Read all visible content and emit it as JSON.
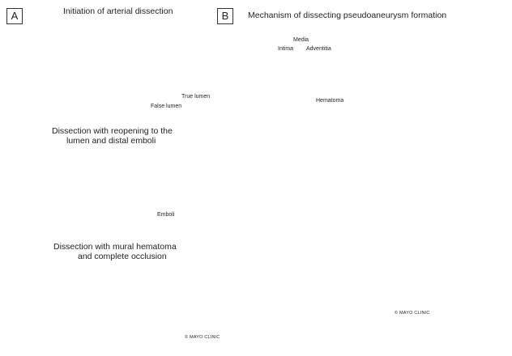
{
  "panel_a": {
    "letter": "A",
    "titles": {
      "t1": "Initiation of arterial dissection",
      "t2_line1": "Dissection with reopening to the",
      "t2_line2": "lumen and distal emboli",
      "t3_line1": "Dissection with mural hematoma",
      "t3_line2": "and complete occlusion"
    },
    "labels": {
      "true_lumen": "True lumen",
      "false_lumen": "False lumen",
      "emboli": "Emboli"
    },
    "credit": "© MAYO CLINIC"
  },
  "panel_b": {
    "letter": "B",
    "title": "Mechanism of dissecting pseudoaneurysm formation",
    "labels": {
      "intima": "Intima",
      "media": "Media",
      "adventitia": "Adventitia",
      "hematoma": "Hematoma"
    },
    "credit": "© MAYO CLINIC"
  },
  "colors": {
    "vessel_wall": "#b5343a",
    "vessel_outer": "#8e1f26",
    "lumen": "#f4d9dc",
    "clot": "#9a2a30",
    "arrow": "#d9545c"
  }
}
